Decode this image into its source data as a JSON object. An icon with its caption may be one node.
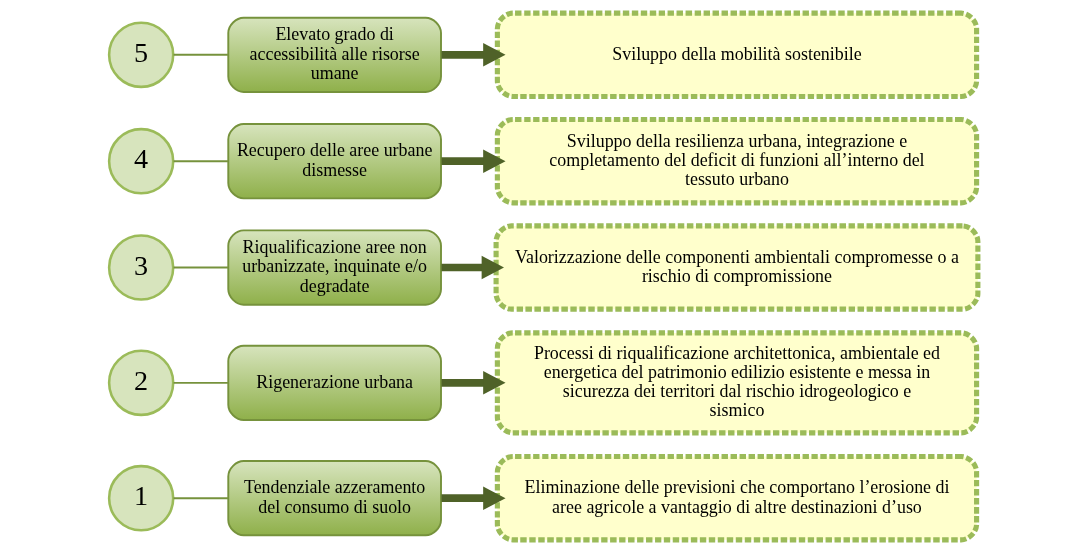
{
  "diagram": {
    "nodes": [
      {
        "text": [
          "1"
        ]
      },
      {
        "text": [
          "Tendenziale azzeramento del consumo di suolo"
        ]
      },
      {
        "text": [
          "Eliminazione delle previsioni che comportano l’erosione di aree agricole a vantaggio di altre destinazioni d’uso"
        ]
      },
      {
        "text": [
          "2"
        ]
      },
      {
        "text": [
          "Rigenerazione urbana"
        ]
      },
      {
        "text": [
          "Processi di riqualificazione architettonica, ambientale ed energetica del patrimonio edilizio esistente e messa in sicurezza dei territori dal rischio idrogeologico e sismico"
        ]
      },
      {
        "text": [
          "3"
        ]
      },
      {
        "text": [
          "Riqualificazione aree non urbanizzate, inquinate e/o degradate"
        ]
      },
      {
        "text": [
          "Valorizzazione delle componenti ambientali compromesse o a rischio di compromissione"
        ]
      },
      {
        "text": [
          "4"
        ]
      },
      {
        "text": [
          "Recupero delle aree urbane dismesse"
        ]
      },
      {
        "text": [
          "Sviluppo della resilienza urbana, integrazione e completamento del deficit di funzioni all’interno del tessuto urbano"
        ]
      },
      {
        "text": [
          "5"
        ]
      },
      {
        "text": [
          "Elevato grado di accessibilità alle risorse umane"
        ]
      },
      {
        "text": [
          "Sviluppo della mobilità sostenibile"
        ]
      }
    ],
    "edges": [
      {
        "from": 0,
        "to": 1,
        "arrow": "none"
      },
      {
        "from": 1,
        "to": 2,
        "arrow": "to",
        "style": "thick"
      },
      {
        "from": 3,
        "to": 4,
        "arrow": "none"
      },
      {
        "from": 4,
        "to": 5,
        "arrow": "to",
        "style": "thick"
      },
      {
        "from": 6,
        "to": 7,
        "arrow": "none"
      },
      {
        "from": 7,
        "to": 8,
        "arrow": "to",
        "style": "thick"
      },
      {
        "from": 9,
        "to": 10,
        "arrow": "none"
      },
      {
        "from": 10,
        "to": 11,
        "arrow": "to",
        "style": "thick"
      },
      {
        "from": 12,
        "to": 13,
        "arrow": "none"
      },
      {
        "from": 13,
        "to": 14,
        "arrow": "to",
        "style": "thick"
      }
    ]
  }
}
